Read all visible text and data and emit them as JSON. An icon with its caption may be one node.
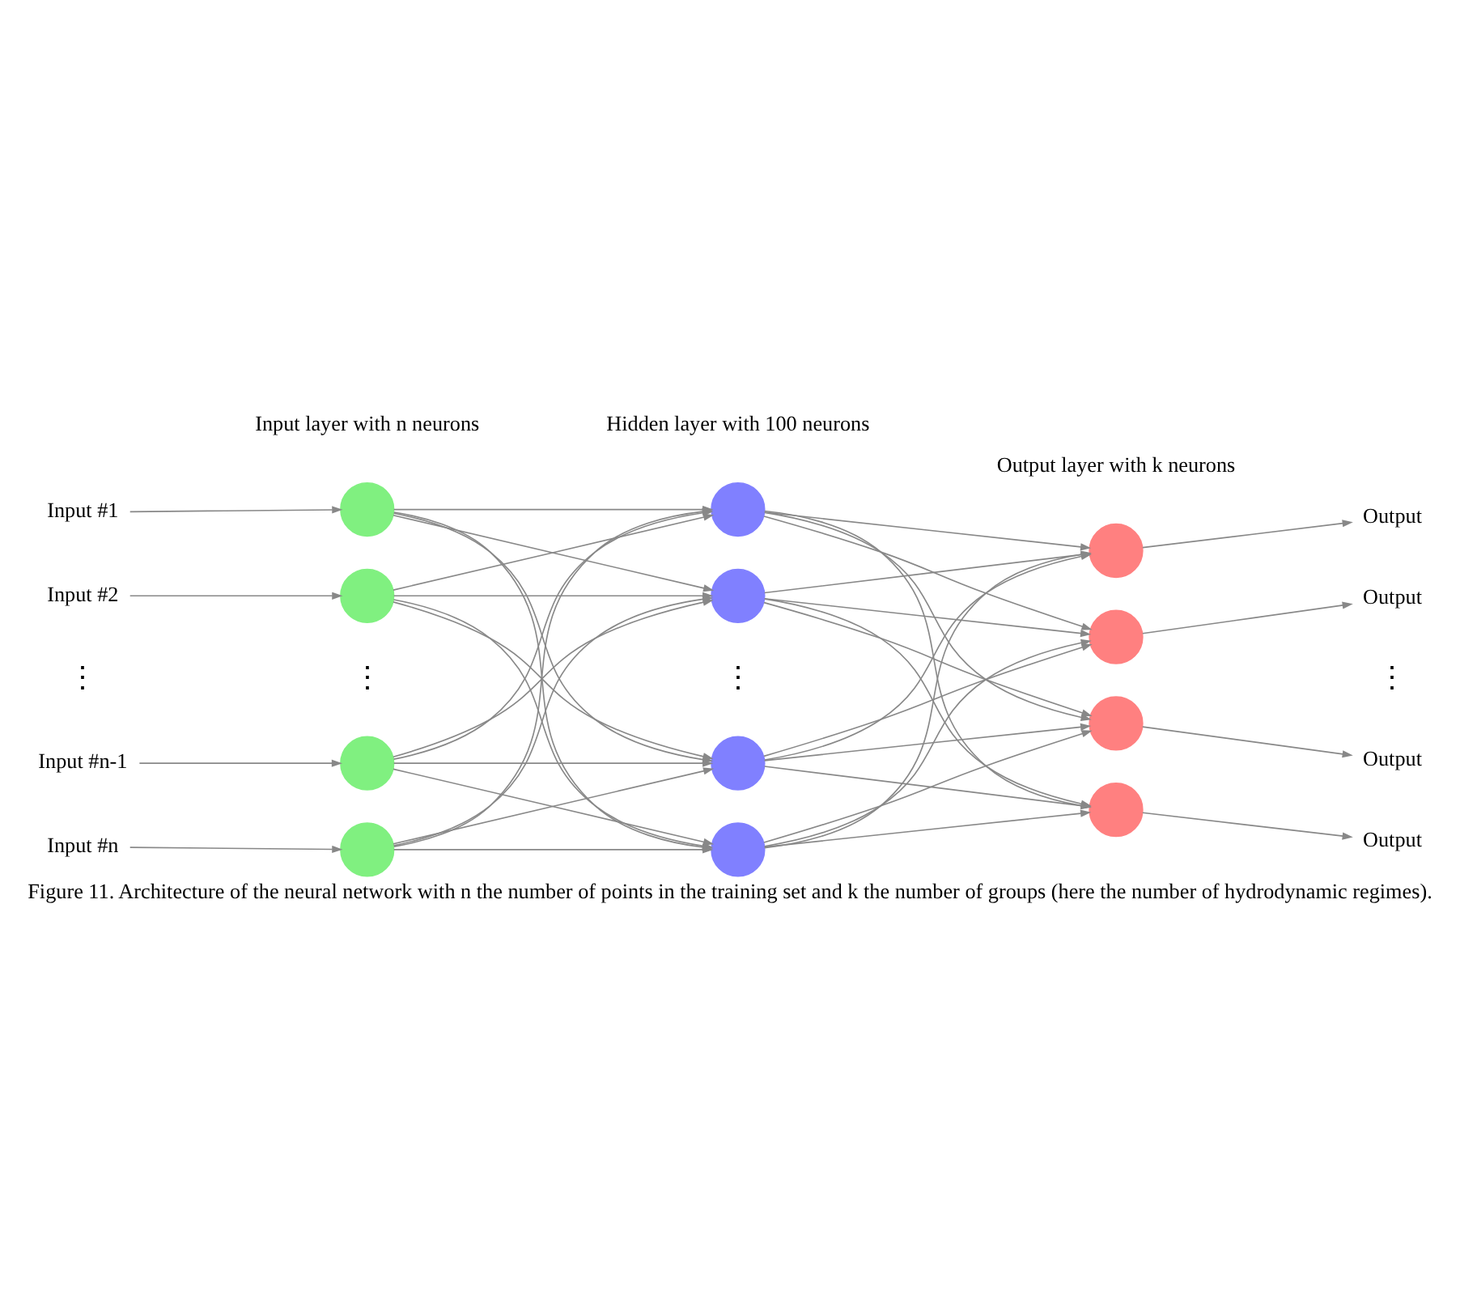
{
  "diagram": {
    "caption": "Figure 11. Architecture of the neural network with n the number of points in the training set and k the number of groups (here the number of hydrodynamic regimes).",
    "nodes": [
      {
        "text": [
          "Input #1"
        ]
      },
      {
        "text": [
          "Input #2"
        ]
      },
      {
        "text": [
          "Input #n-1"
        ]
      },
      {
        "text": [
          "Input #n"
        ]
      },
      {
        "text": [],
        "shape": "circle"
      },
      {
        "text": [],
        "shape": "circle"
      },
      {
        "text": [],
        "shape": "circle"
      },
      {
        "text": [],
        "shape": "circle"
      },
      {
        "text": [],
        "shape": "circle"
      },
      {
        "text": [],
        "shape": "circle"
      },
      {
        "text": [],
        "shape": "circle"
      },
      {
        "text": [],
        "shape": "circle"
      },
      {
        "text": [],
        "shape": "circle"
      },
      {
        "text": [],
        "shape": "circle"
      },
      {
        "text": [],
        "shape": "circle"
      },
      {
        "text": [],
        "shape": "circle"
      },
      {
        "text": [
          "Output"
        ]
      },
      {
        "text": [
          "Output"
        ]
      },
      {
        "text": [
          "Output"
        ]
      },
      {
        "text": [
          "Output"
        ]
      }
    ],
    "edges": [
      {
        "from": 0,
        "to": 4,
        "arrow": "to"
      },
      {
        "from": 1,
        "to": 5,
        "arrow": "to"
      },
      {
        "from": 2,
        "to": 6,
        "arrow": "to"
      },
      {
        "from": 3,
        "to": 7,
        "arrow": "to"
      },
      {
        "from": 4,
        "to": 8,
        "arrow": "to"
      },
      {
        "from": 4,
        "to": 9,
        "arrow": "to"
      },
      {
        "from": 4,
        "to": 10,
        "arrow": "to"
      },
      {
        "from": 4,
        "to": 11,
        "arrow": "to"
      },
      {
        "from": 5,
        "to": 8,
        "arrow": "to"
      },
      {
        "from": 5,
        "to": 9,
        "arrow": "to"
      },
      {
        "from": 5,
        "to": 10,
        "arrow": "to"
      },
      {
        "from": 5,
        "to": 11,
        "arrow": "to"
      },
      {
        "from": 6,
        "to": 8,
        "arrow": "to"
      },
      {
        "from": 6,
        "to": 9,
        "arrow": "to"
      },
      {
        "from": 6,
        "to": 10,
        "arrow": "to"
      },
      {
        "from": 6,
        "to": 11,
        "arrow": "to"
      },
      {
        "from": 7,
        "to": 8,
        "arrow": "to"
      },
      {
        "from": 7,
        "to": 9,
        "arrow": "to"
      },
      {
        "from": 7,
        "to": 10,
        "arrow": "to"
      },
      {
        "from": 7,
        "to": 11,
        "arrow": "to"
      },
      {
        "from": 8,
        "to": 12,
        "arrow": "to"
      },
      {
        "from": 8,
        "to": 13,
        "arrow": "to"
      },
      {
        "from": 8,
        "to": 14,
        "arrow": "to"
      },
      {
        "from": 8,
        "to": 15,
        "arrow": "to"
      },
      {
        "from": 9,
        "to": 12,
        "arrow": "to"
      },
      {
        "from": 9,
        "to": 13,
        "arrow": "to"
      },
      {
        "from": 9,
        "to": 14,
        "arrow": "to"
      },
      {
        "from": 9,
        "to": 15,
        "arrow": "to"
      },
      {
        "from": 10,
        "to": 12,
        "arrow": "to"
      },
      {
        "from": 10,
        "to": 13,
        "arrow": "to"
      },
      {
        "from": 10,
        "to": 14,
        "arrow": "to"
      },
      {
        "from": 10,
        "to": 15,
        "arrow": "to"
      },
      {
        "from": 11,
        "to": 12,
        "arrow": "to"
      },
      {
        "from": 11,
        "to": 13,
        "arrow": "to"
      },
      {
        "from": 11,
        "to": 14,
        "arrow": "to"
      },
      {
        "from": 11,
        "to": 15,
        "arrow": "to"
      },
      {
        "from": 12,
        "to": 16,
        "arrow": "to"
      },
      {
        "from": 13,
        "to": 17,
        "arrow": "to"
      },
      {
        "from": 14,
        "to": 18,
        "arrow": "to"
      },
      {
        "from": 15,
        "to": 19,
        "arrow": "to"
      }
    ],
    "labels": [
      "Input layer with n neurons",
      "Hidden layer with 100 neurons",
      "Output layer with k neurons",
      "⋮",
      "⋮",
      "⋮",
      "⋮"
    ]
  }
}
